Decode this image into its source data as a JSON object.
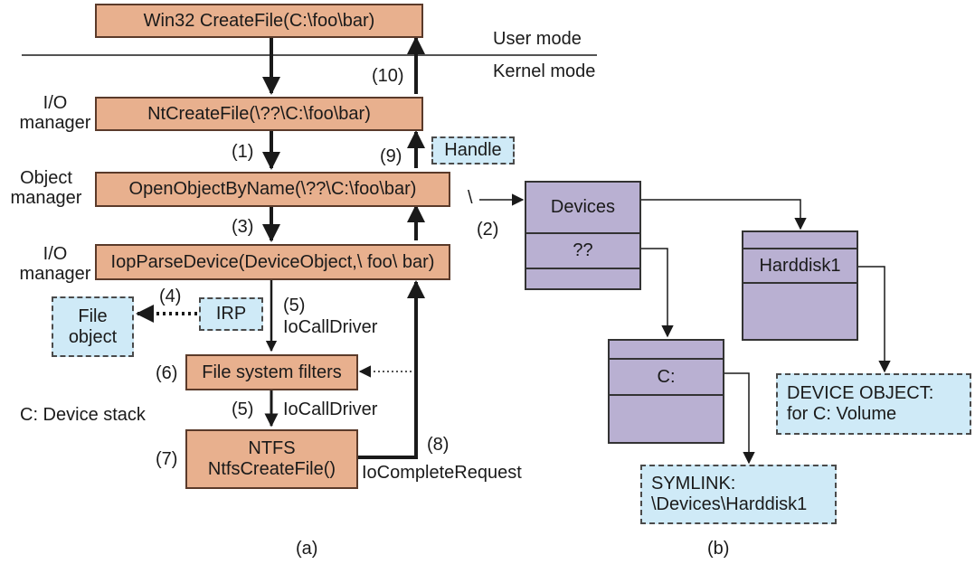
{
  "part_a": {
    "win32_call": "Win32 CreateFile(C:\\foo\\bar)",
    "user_mode": "User mode",
    "kernel_mode": "Kernel mode",
    "side_labels": {
      "io_manager_1": "I/O\nmanager",
      "object_manager": "Object\nmanager",
      "io_manager_2": "I/O\nmanager",
      "device_stack": "C:  Device stack"
    },
    "nt_create_file": "NtCreateFile(\\??\\C:\\foo\\bar)",
    "open_object_by_name": "OpenObjectByName(\\??\\C:\\foo\\bar)",
    "iop_parse_device": "IopParseDevice(DeviceObject,\\ foo\\ bar)",
    "file_system_filters": "File system filters",
    "ntfs_line1": "NTFS",
    "ntfs_line2": "NtfsCreateFile()",
    "handle": "Handle",
    "irp": "IRP",
    "file_object": "File\nobject",
    "steps": {
      "s1": "(1)",
      "s3": "(3)",
      "s4": "(4)",
      "s5a": "(5)",
      "s5b": "(5)",
      "s6": "(6)",
      "s7": "(7)",
      "s8": "(8)",
      "s9": "(9)",
      "s10": "(10)"
    },
    "io_call_driver_1": "IoCallDriver",
    "io_call_driver_2": "IoCallDriver",
    "io_complete_request": "IoCompleteRequest",
    "caption": "(a)"
  },
  "part_b": {
    "root": "\\",
    "step2": "(2)",
    "devices_dir": {
      "title": "Devices",
      "entry": "??"
    },
    "harddisk_dir": {
      "entry": "Harddisk1"
    },
    "c_dir": {
      "entry": "C:"
    },
    "device_object": "DEVICE OBJECT:\nfor C: Volume",
    "symlink": "SYMLINK:\n\\Devices\\Harddisk1",
    "caption": "(b)"
  },
  "colors": {
    "process_box": "#e8b08e",
    "note_box": "#cfeaf7",
    "directory_box": "#b9b0d2",
    "ink": "#1a1a1a"
  }
}
